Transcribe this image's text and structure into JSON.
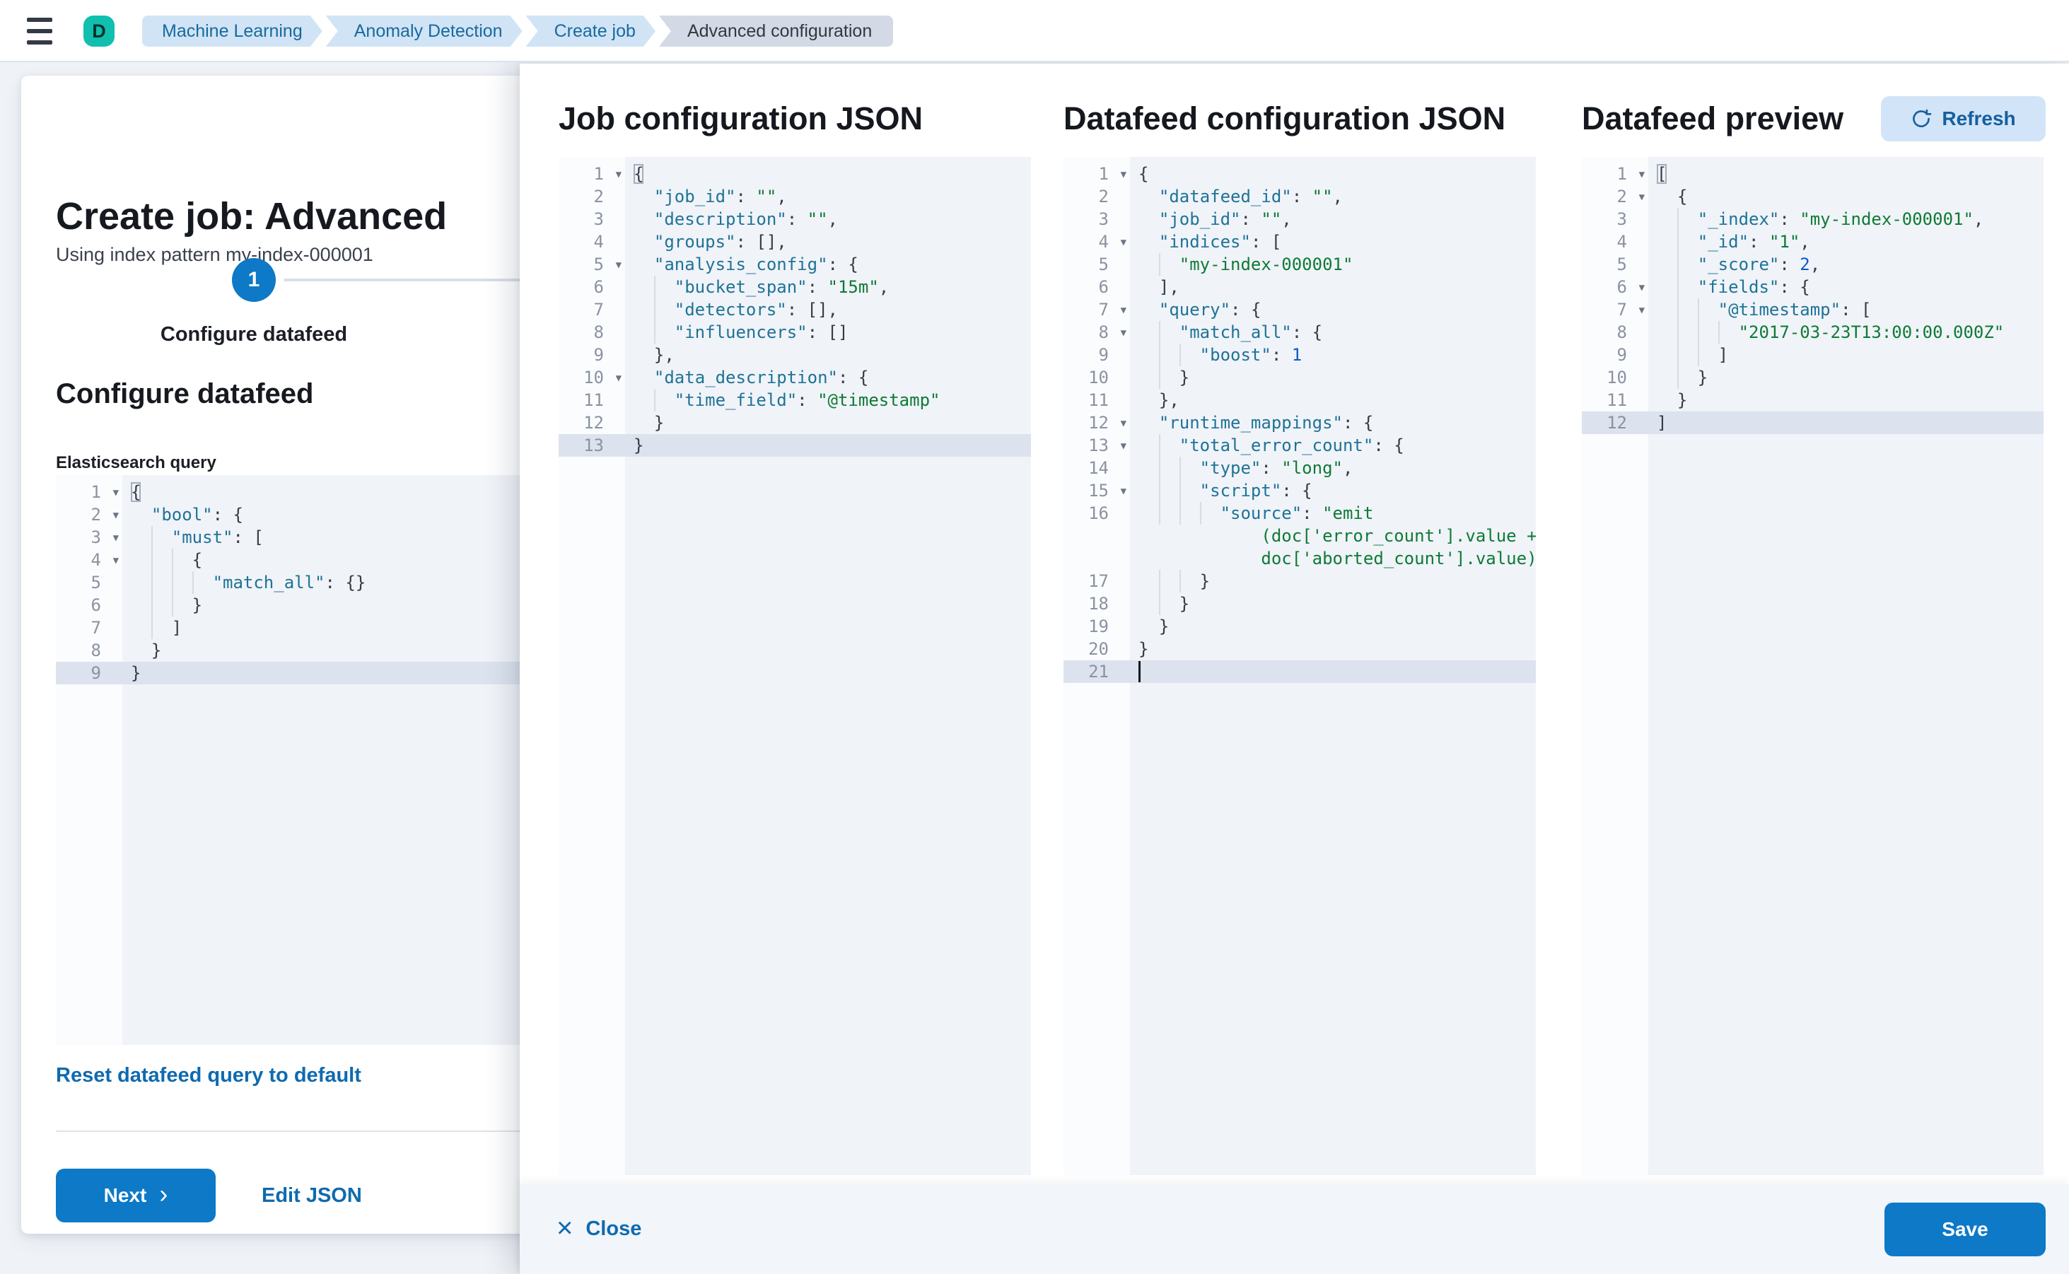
{
  "header": {
    "avatar": "D",
    "breadcrumbs": [
      {
        "label": "Machine Learning",
        "current": false
      },
      {
        "label": "Anomaly Detection",
        "current": false
      },
      {
        "label": "Create job",
        "current": false
      },
      {
        "label": "Advanced configuration",
        "current": true
      }
    ]
  },
  "panel": {
    "title": "Create job: Advanced",
    "subtitle": "Using index pattern my-index-000001",
    "step_number": "1",
    "step_label": "Configure datafeed",
    "section_heading": "Configure datafeed",
    "query_label": "Elasticsearch query",
    "reset_link": "Reset datafeed query to default",
    "next_button": "Next",
    "edit_json_link": "Edit JSON"
  },
  "flyout": {
    "columns": [
      {
        "heading": "Job configuration JSON"
      },
      {
        "heading": "Datafeed configuration JSON"
      },
      {
        "heading": "Datafeed preview",
        "refresh_button": "Refresh"
      }
    ],
    "footer": {
      "close": "Close",
      "save": "Save"
    }
  },
  "colors": {
    "primary": "#0d79c7",
    "link": "#0f6aaf",
    "avatar": "#10bfae",
    "breadcrumb_bg": "#d0e4f5",
    "breadcrumb_current_bg": "#d3dae6",
    "refresh_bg": "#d2e4f7",
    "editor_bg": "#f0f3f8",
    "active_line": "#dce3ee",
    "json_key": "#1e7396",
    "json_string": "#0e7a36",
    "json_number": "#0b5cc4"
  },
  "editors": {
    "es_query": {
      "lines": [
        {
          "n": "1",
          "f": 1,
          "i": 0,
          "t": [
            [
              "pb",
              "{"
            ]
          ]
        },
        {
          "n": "2",
          "f": 1,
          "i": 1,
          "t": [
            [
              "k",
              "\"bool\""
            ],
            [
              "p",
              ": {"
            ]
          ]
        },
        {
          "n": "3",
          "f": 1,
          "i": 2,
          "t": [
            [
              "k",
              "\"must\""
            ],
            [
              "p",
              ": ["
            ]
          ]
        },
        {
          "n": "4",
          "f": 1,
          "i": 3,
          "t": [
            [
              "p",
              "{"
            ]
          ]
        },
        {
          "n": "5",
          "i": 4,
          "t": [
            [
              "k",
              "\"match_all\""
            ],
            [
              "p",
              ": {}"
            ]
          ]
        },
        {
          "n": "6",
          "i": 3,
          "t": [
            [
              "p",
              "}"
            ]
          ]
        },
        {
          "n": "7",
          "i": 2,
          "t": [
            [
              "p",
              "]"
            ]
          ]
        },
        {
          "n": "8",
          "i": 1,
          "t": [
            [
              "p",
              "}"
            ]
          ]
        },
        {
          "n": "9",
          "i": 0,
          "a": 1,
          "t": [
            [
              "p",
              "}"
            ]
          ]
        }
      ]
    },
    "job_config": {
      "lines": [
        {
          "n": "1",
          "f": 1,
          "i": 0,
          "t": [
            [
              "pb",
              "{"
            ]
          ]
        },
        {
          "n": "2",
          "i": 1,
          "t": [
            [
              "k",
              "\"job_id\""
            ],
            [
              "p",
              ": "
            ],
            [
              "s",
              "\"\""
            ],
            [
              "p",
              ","
            ]
          ]
        },
        {
          "n": "3",
          "i": 1,
          "t": [
            [
              "k",
              "\"description\""
            ],
            [
              "p",
              ": "
            ],
            [
              "s",
              "\"\""
            ],
            [
              "p",
              ","
            ]
          ]
        },
        {
          "n": "4",
          "i": 1,
          "t": [
            [
              "k",
              "\"groups\""
            ],
            [
              "p",
              ": [],"
            ]
          ]
        },
        {
          "n": "5",
          "f": 1,
          "i": 1,
          "t": [
            [
              "k",
              "\"analysis_config\""
            ],
            [
              "p",
              ": {"
            ]
          ]
        },
        {
          "n": "6",
          "i": 2,
          "t": [
            [
              "k",
              "\"bucket_span\""
            ],
            [
              "p",
              ": "
            ],
            [
              "s",
              "\"15m\""
            ],
            [
              "p",
              ","
            ]
          ]
        },
        {
          "n": "7",
          "i": 2,
          "t": [
            [
              "k",
              "\"detectors\""
            ],
            [
              "p",
              ": [],"
            ]
          ]
        },
        {
          "n": "8",
          "i": 2,
          "t": [
            [
              "k",
              "\"influencers\""
            ],
            [
              "p",
              ": []"
            ]
          ]
        },
        {
          "n": "9",
          "i": 1,
          "t": [
            [
              "p",
              "},"
            ]
          ]
        },
        {
          "n": "10",
          "f": 1,
          "i": 1,
          "t": [
            [
              "k",
              "\"data_description\""
            ],
            [
              "p",
              ": {"
            ]
          ]
        },
        {
          "n": "11",
          "i": 2,
          "t": [
            [
              "k",
              "\"time_field\""
            ],
            [
              "p",
              ": "
            ],
            [
              "s",
              "\"@timestamp\""
            ]
          ]
        },
        {
          "n": "12",
          "i": 1,
          "t": [
            [
              "p",
              "}"
            ]
          ]
        },
        {
          "n": "13",
          "i": 0,
          "a": 1,
          "t": [
            [
              "p",
              "}"
            ]
          ]
        }
      ]
    },
    "datafeed_config": {
      "lines": [
        {
          "n": "1",
          "f": 1,
          "i": 0,
          "t": [
            [
              "p",
              "{"
            ]
          ]
        },
        {
          "n": "2",
          "i": 1,
          "t": [
            [
              "k",
              "\"datafeed_id\""
            ],
            [
              "p",
              ": "
            ],
            [
              "s",
              "\"\""
            ],
            [
              "p",
              ","
            ]
          ]
        },
        {
          "n": "3",
          "i": 1,
          "t": [
            [
              "k",
              "\"job_id\""
            ],
            [
              "p",
              ": "
            ],
            [
              "s",
              "\"\""
            ],
            [
              "p",
              ","
            ]
          ]
        },
        {
          "n": "4",
          "f": 1,
          "i": 1,
          "t": [
            [
              "k",
              "\"indices\""
            ],
            [
              "p",
              ": ["
            ]
          ]
        },
        {
          "n": "5",
          "i": 2,
          "t": [
            [
              "s",
              "\"my-index-000001\""
            ]
          ]
        },
        {
          "n": "6",
          "i": 1,
          "t": [
            [
              "p",
              "],"
            ]
          ]
        },
        {
          "n": "7",
          "f": 1,
          "i": 1,
          "t": [
            [
              "k",
              "\"query\""
            ],
            [
              "p",
              ": {"
            ]
          ]
        },
        {
          "n": "8",
          "f": 1,
          "i": 2,
          "t": [
            [
              "k",
              "\"match_all\""
            ],
            [
              "p",
              ": {"
            ]
          ]
        },
        {
          "n": "9",
          "i": 3,
          "t": [
            [
              "k",
              "\"boost\""
            ],
            [
              "p",
              ": "
            ],
            [
              "n",
              "1"
            ]
          ]
        },
        {
          "n": "10",
          "i": 2,
          "t": [
            [
              "p",
              "}"
            ]
          ]
        },
        {
          "n": "11",
          "i": 1,
          "t": [
            [
              "p",
              "},"
            ]
          ]
        },
        {
          "n": "12",
          "f": 1,
          "i": 1,
          "t": [
            [
              "k",
              "\"runtime_mappings\""
            ],
            [
              "p",
              ": {"
            ]
          ]
        },
        {
          "n": "13",
          "f": 1,
          "i": 2,
          "t": [
            [
              "k",
              "\"total_error_count\""
            ],
            [
              "p",
              ": {"
            ]
          ]
        },
        {
          "n": "14",
          "i": 3,
          "t": [
            [
              "k",
              "\"type\""
            ],
            [
              "p",
              ": "
            ],
            [
              "s",
              "\"long\""
            ],
            [
              "p",
              ","
            ]
          ]
        },
        {
          "n": "15",
          "f": 1,
          "i": 3,
          "t": [
            [
              "k",
              "\"script\""
            ],
            [
              "p",
              ": {"
            ]
          ]
        },
        {
          "n": "16",
          "i": 4,
          "t": [
            [
              "k",
              "\"source\""
            ],
            [
              "p",
              ": "
            ],
            [
              "s",
              "\"emit"
            ]
          ]
        },
        {
          "n": "",
          "pad": 12,
          "t": [
            [
              "s",
              "(doc['error_count'].value +"
            ]
          ]
        },
        {
          "n": "",
          "pad": 12,
          "t": [
            [
              "s",
              "doc['aborted_count'].value)\""
            ]
          ]
        },
        {
          "n": "17",
          "i": 3,
          "t": [
            [
              "p",
              "}"
            ]
          ]
        },
        {
          "n": "18",
          "i": 2,
          "t": [
            [
              "p",
              "}"
            ]
          ]
        },
        {
          "n": "19",
          "i": 1,
          "t": [
            [
              "p",
              "}"
            ]
          ]
        },
        {
          "n": "20",
          "i": 0,
          "t": [
            [
              "p",
              "}"
            ]
          ]
        },
        {
          "n": "21",
          "i": 0,
          "a": 1,
          "c": 1,
          "t": []
        }
      ]
    },
    "datafeed_preview": {
      "lines": [
        {
          "n": "1",
          "f": 1,
          "i": 0,
          "t": [
            [
              "pb",
              "["
            ]
          ]
        },
        {
          "n": "2",
          "f": 1,
          "i": 1,
          "t": [
            [
              "p",
              "{"
            ]
          ]
        },
        {
          "n": "3",
          "i": 2,
          "t": [
            [
              "k",
              "\"_index\""
            ],
            [
              "p",
              ": "
            ],
            [
              "s",
              "\"my-index-000001\""
            ],
            [
              "p",
              ","
            ]
          ]
        },
        {
          "n": "4",
          "i": 2,
          "t": [
            [
              "k",
              "\"_id\""
            ],
            [
              "p",
              ": "
            ],
            [
              "s",
              "\"1\""
            ],
            [
              "p",
              ","
            ]
          ]
        },
        {
          "n": "5",
          "i": 2,
          "t": [
            [
              "k",
              "\"_score\""
            ],
            [
              "p",
              ": "
            ],
            [
              "n",
              "2"
            ],
            [
              "p",
              ","
            ]
          ]
        },
        {
          "n": "6",
          "f": 1,
          "i": 2,
          "t": [
            [
              "k",
              "\"fields\""
            ],
            [
              "p",
              ": {"
            ]
          ]
        },
        {
          "n": "7",
          "f": 1,
          "i": 3,
          "t": [
            [
              "k",
              "\"@timestamp\""
            ],
            [
              "p",
              ": ["
            ]
          ]
        },
        {
          "n": "8",
          "i": 4,
          "t": [
            [
              "s",
              "\"2017-03-23T13:00:00.000Z\""
            ]
          ]
        },
        {
          "n": "9",
          "i": 3,
          "t": [
            [
              "p",
              "]"
            ]
          ]
        },
        {
          "n": "10",
          "i": 2,
          "t": [
            [
              "p",
              "}"
            ]
          ]
        },
        {
          "n": "11",
          "i": 1,
          "t": [
            [
              "p",
              "}"
            ]
          ]
        },
        {
          "n": "12",
          "i": 0,
          "a": 1,
          "t": [
            [
              "p",
              "]"
            ]
          ]
        }
      ]
    }
  }
}
